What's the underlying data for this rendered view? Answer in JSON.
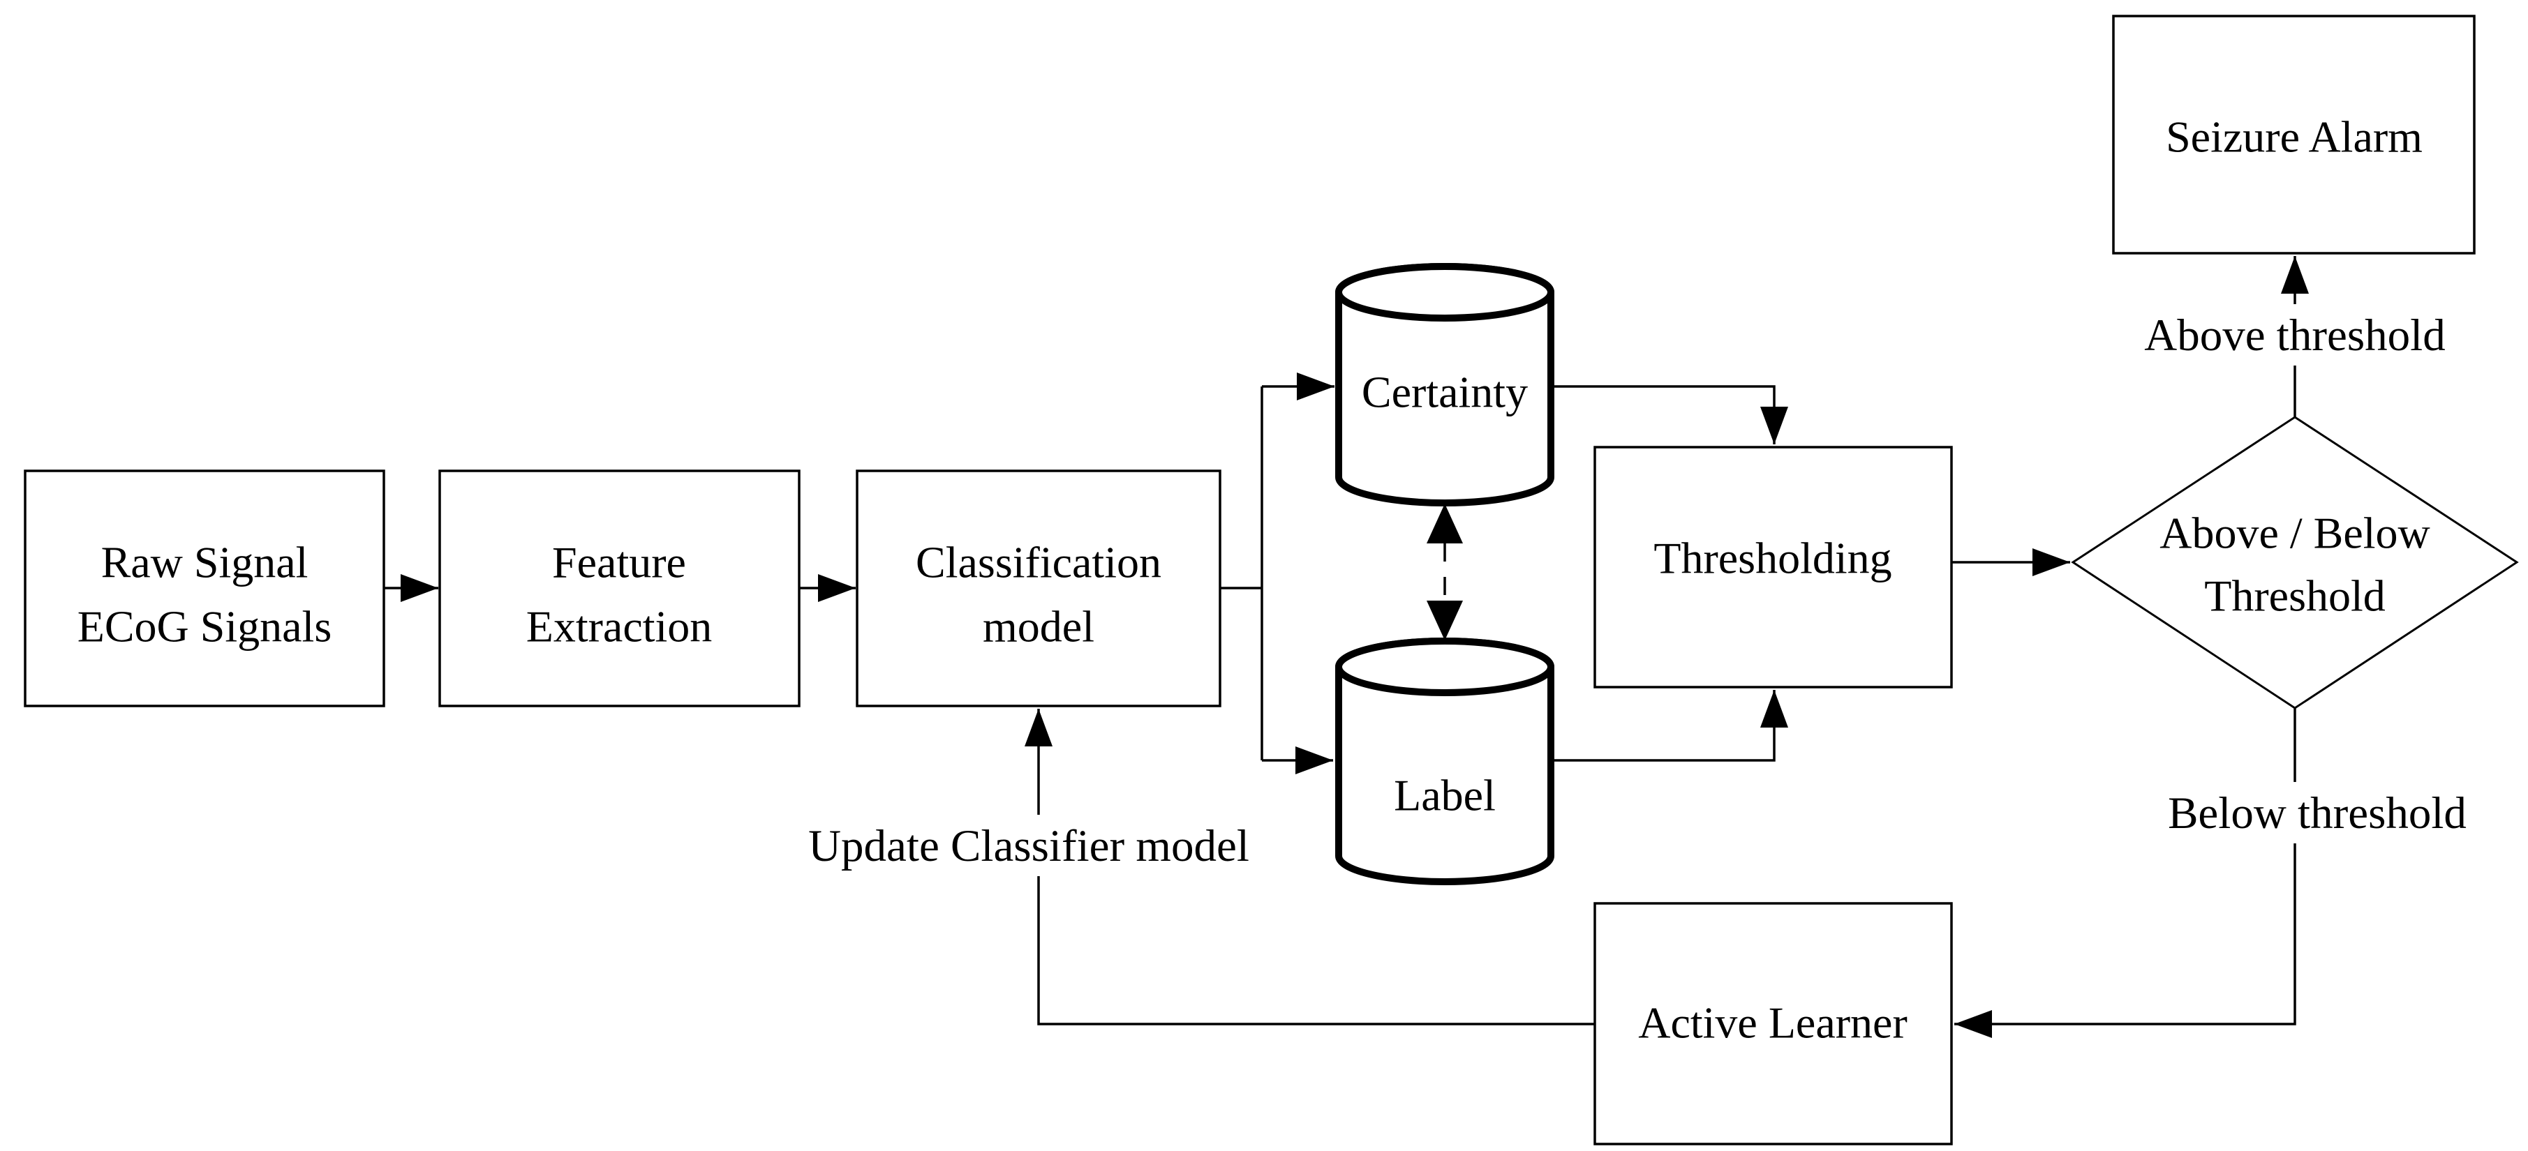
{
  "diagram": {
    "type": "flowchart",
    "colors": {
      "stroke": "#000000",
      "fill": "#ffffff",
      "text": "#000000",
      "background": "#ffffff"
    },
    "nodes": {
      "raw_signal": {
        "shape": "rectangle",
        "line1": "Raw Signal",
        "line2": "ECoG Signals"
      },
      "feature_extraction": {
        "shape": "rectangle",
        "line1": "Feature",
        "line2": "Extraction"
      },
      "classification": {
        "shape": "rectangle",
        "line1": "Classification",
        "line2": "model"
      },
      "certainty": {
        "shape": "cylinder",
        "label": "Certainty"
      },
      "label_store": {
        "shape": "cylinder",
        "label": "Label"
      },
      "thresholding": {
        "shape": "rectangle",
        "label": "Thresholding"
      },
      "decision": {
        "shape": "diamond",
        "line1": "Above / Below",
        "line2": "Threshold"
      },
      "seizure_alarm": {
        "shape": "rectangle",
        "label": "Seizure Alarm"
      },
      "active_learner": {
        "shape": "rectangle",
        "label": "Active Learner"
      }
    },
    "edge_labels": {
      "above_threshold": "Above threshold",
      "below_threshold": "Below threshold",
      "update_classifier": "Update Classifier model"
    },
    "edges": [
      {
        "from": "raw_signal",
        "to": "feature_extraction",
        "style": "solid-arrow"
      },
      {
        "from": "feature_extraction",
        "to": "classification",
        "style": "solid-arrow"
      },
      {
        "from": "classification",
        "to": "certainty",
        "style": "solid-arrow"
      },
      {
        "from": "classification",
        "to": "label_store",
        "style": "solid-arrow"
      },
      {
        "from": "certainty",
        "to": "thresholding",
        "style": "solid-arrow"
      },
      {
        "from": "label_store",
        "to": "thresholding",
        "style": "solid-arrow"
      },
      {
        "from": "certainty",
        "to": "label_store",
        "style": "dashed-double-arrow"
      },
      {
        "from": "thresholding",
        "to": "decision",
        "style": "solid-arrow"
      },
      {
        "from": "decision",
        "to": "seizure_alarm",
        "style": "solid-arrow",
        "label": "Above threshold"
      },
      {
        "from": "decision",
        "to": "active_learner",
        "style": "solid-arrow",
        "label": "Below threshold"
      },
      {
        "from": "active_learner",
        "to": "classification",
        "style": "solid-arrow",
        "label": "Update Classifier model"
      }
    ]
  }
}
